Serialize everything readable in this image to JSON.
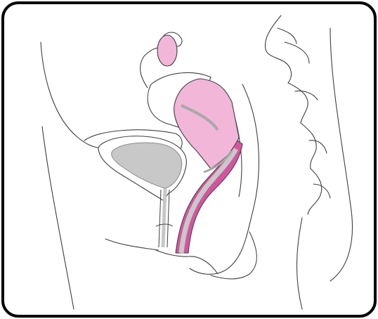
{
  "colors": {
    "pink": "#f2b6d8",
    "pink_light": "#f6c9e2",
    "magenta": "#d4559f",
    "gray": "#c8c8c8",
    "gray_dark": "#a9a9a9",
    "outline": "#3f3f3f",
    "frame": "#000000",
    "background": "#ffffff"
  },
  "parts": [
    "ovary",
    "uterus",
    "uterine-cavity",
    "bladder",
    "urethra",
    "vagina",
    "rectum",
    "spine",
    "pubic-bone"
  ]
}
